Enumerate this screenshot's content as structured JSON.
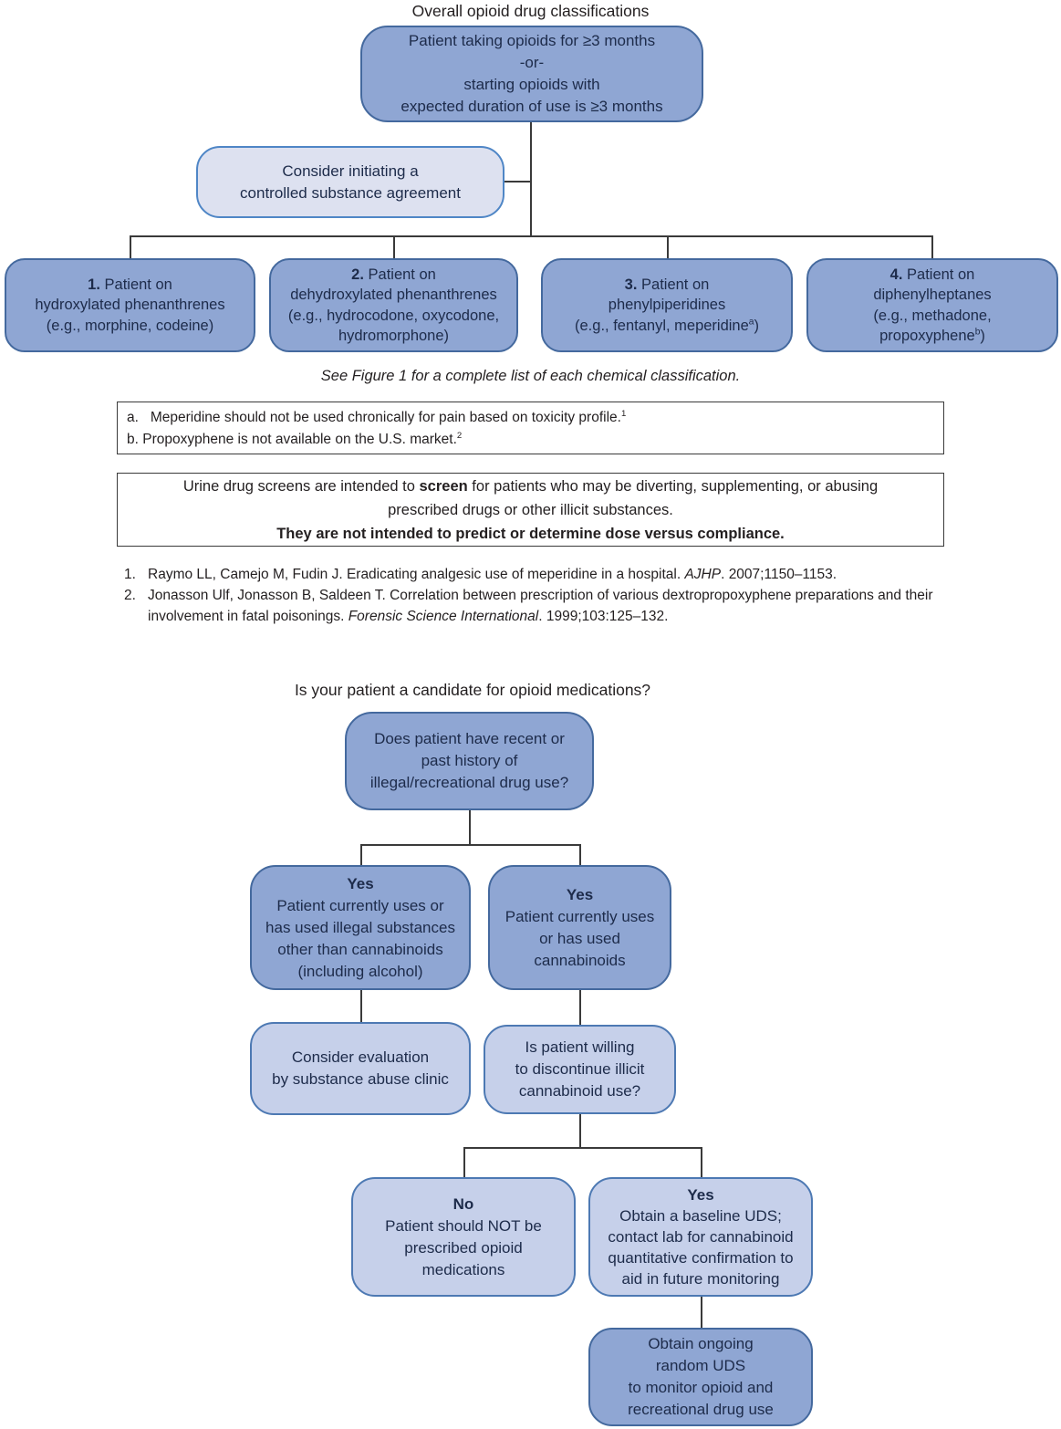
{
  "colors": {
    "box_dark_fill": "#8fa6d3",
    "box_dark_border": "#44699e",
    "box_medium_fill": "#c6d0ea",
    "box_light_fill": "#dde1f0",
    "box_light_border": "#4f86c6",
    "box_text": "#1d2b4a",
    "connector_line": "#3a3a3a"
  },
  "chart1": {
    "title": "Overall opioid drug classifications",
    "root": {
      "l1": "Patient taking opioids for ≥3 months",
      "l2": "-or-",
      "l3": "starting opioids with",
      "l4": "expected duration of use is ≥3 months"
    },
    "csa": {
      "l1": "Consider initiating a",
      "l2": "controlled substance agreement"
    },
    "classes": [
      {
        "num": "1.",
        "t1": " Patient on",
        "t2": "hydroxylated phenanthrenes",
        "t3": "(e.g., morphine, codeine)"
      },
      {
        "num": "2.",
        "t1": " Patient on",
        "t2": "dehydroxylated phenanthrenes",
        "t3": "(e.g., hydrocodone, oxycodone,",
        "t4": "hydromorphone)"
      },
      {
        "num": "3.",
        "t1": " Patient on",
        "t2": "phenylpiperidines",
        "t3": "(e.g., fentanyl, meperidine",
        "t3sup": "a",
        "t3end": ")"
      },
      {
        "num": "4.",
        "t1": " Patient on",
        "t2": "diphenylheptanes",
        "t3": "(e.g., methadone,",
        "t4": "propoxyphene",
        "t4sup": "b",
        "t4end": ")"
      }
    ],
    "see_figure": "See Figure 1 for a complete list of each chemical classification.",
    "footnotes": {
      "a_text": "a.   Meperidine should not be used chronically for pain based on toxicity profile.",
      "a_sup": "1",
      "b_text": "b. Propoxyphene is not available on the U.S. market.",
      "b_sup": "2"
    },
    "uds_note": {
      "p1": "Urine drug screens are intended to ",
      "p1_bold": "screen",
      "p1_rest": " for patients who may be diverting, supplementing, or abusing",
      "p2": "prescribed drugs or other illicit substances.",
      "p3": "They are not intended to predict or determine dose versus compliance."
    },
    "references": [
      {
        "num": "1.",
        "pre": "Raymo LL, Camejo M, Fudin J. Eradicating analgesic use of meperidine in a hospital. ",
        "italic": "AJHP",
        "post": ". 2007;1150–1153."
      },
      {
        "num": "2.",
        "pre": "Jonasson Ulf, Jonasson B, Saldeen T. Correlation between prescription of various dextropropoxyphene preparations and their involvement in fatal poisonings. ",
        "italic": "Forensic Science International",
        "post": ". 1999;103:125–132."
      }
    ]
  },
  "chart2": {
    "title": "Is your patient a candidate for opioid medications?",
    "q1": {
      "l1": "Does patient have recent or",
      "l2": "past history of",
      "l3": "illegal/recreational drug use?"
    },
    "yes_left": {
      "head": "Yes",
      "l1": "Patient currently uses or",
      "l2": "has used illegal substances",
      "l3": "other than cannabinoids",
      "l4": "(including alcohol)"
    },
    "yes_right": {
      "head": "Yes",
      "l1": "Patient currently uses",
      "l2": "or has used",
      "l3": "cannabinoids"
    },
    "eval": {
      "l1": "Consider evaluation",
      "l2": "by substance abuse clinic"
    },
    "willing": {
      "l1": "Is patient willing",
      "l2": "to discontinue illicit",
      "l3": "cannabinoid use?"
    },
    "no_box": {
      "head": "No",
      "l1": "Patient should NOT be",
      "l2": "prescribed opioid",
      "l3": "medications"
    },
    "yes_uds": {
      "head": "Yes",
      "l1": "Obtain a baseline UDS;",
      "l2": "contact lab for cannabinoid",
      "l3": "quantitative confirmation to",
      "l4": "aid in future monitoring"
    },
    "ongoing": {
      "l1": "Obtain ongoing",
      "l2": "random UDS",
      "l3": "to monitor opioid and",
      "l4": "recreational drug use"
    }
  }
}
